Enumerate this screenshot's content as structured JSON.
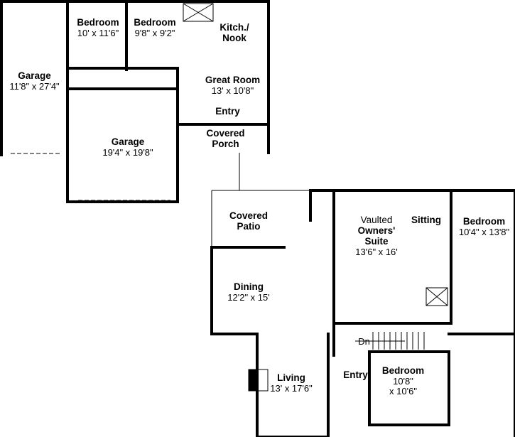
{
  "plan": {
    "rooms": [
      {
        "id": "garage-left",
        "name": "Garage",
        "dim": "11'8\" x 27'4\""
      },
      {
        "id": "bedroom-1",
        "name": "Bedroom",
        "dim": "10' x 11'6\""
      },
      {
        "id": "bedroom-2",
        "name": "Bedroom",
        "dim": "9'8\" x 9'2\""
      },
      {
        "id": "kitchen-nook",
        "name": "Kitch./",
        "name2": "Nook"
      },
      {
        "id": "great-room",
        "name": "Great Room",
        "dim": "13' x 10'8\""
      },
      {
        "id": "entry-north",
        "name": "Entry"
      },
      {
        "id": "garage-main",
        "name": "Garage",
        "dim": "19'4\" x 19'8\""
      },
      {
        "id": "covered-porch",
        "name": "Covered",
        "name2": "Porch"
      },
      {
        "id": "covered-patio",
        "name": "Covered",
        "name2": "Patio"
      },
      {
        "id": "owners-suite",
        "pre": "Vaulted",
        "name": "Owners'",
        "name2": "Suite",
        "dim": "13'6\" x 16'"
      },
      {
        "id": "sitting",
        "name": "Sitting"
      },
      {
        "id": "bedroom-3",
        "name": "Bedroom",
        "dim": "10'4\" x 13'8\""
      },
      {
        "id": "dining",
        "name": "Dining",
        "dim": "12'2\" x 15'"
      },
      {
        "id": "stair",
        "name": "Dn"
      },
      {
        "id": "bedroom-4",
        "name": "Bedroom",
        "dim": "10'8\"",
        "dim2": "x 10'6\""
      },
      {
        "id": "living",
        "name": "Living",
        "dim": "13' x 17'6\""
      },
      {
        "id": "entry-south",
        "name": "Entry"
      }
    ]
  }
}
